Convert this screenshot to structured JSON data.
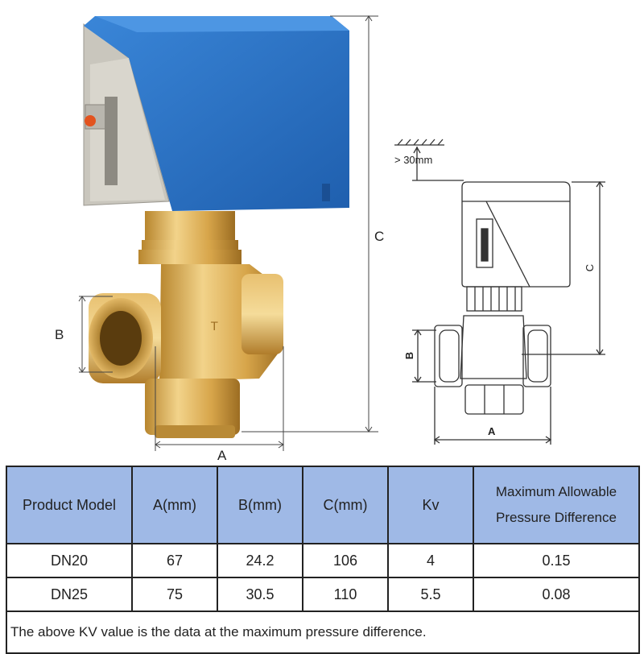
{
  "figure": {
    "dimension_labels": {
      "photo_b": "B",
      "photo_a": "A",
      "photo_c": "C",
      "drawing_clearance": "> 30mm",
      "drawing_c": "C",
      "drawing_b": "B",
      "drawing_a": "A"
    }
  },
  "table": {
    "headers": [
      "Product Model",
      "A(mm)",
      "B(mm)",
      "C(mm)",
      "Kv",
      "Maximum Allowable Pressure Difference"
    ],
    "rows": [
      [
        "DN20",
        "67",
        "24.2",
        "106",
        "4",
        "0.15"
      ],
      [
        "DN25",
        "75",
        "30.5",
        "110",
        "5.5",
        "0.08"
      ]
    ],
    "footnote": "The above KV value is the data at the maximum pressure difference."
  },
  "colors": {
    "actuator_blue": "#2a6fc4",
    "brass": "#d4a84e",
    "header_fill": "#9fb9e6"
  }
}
